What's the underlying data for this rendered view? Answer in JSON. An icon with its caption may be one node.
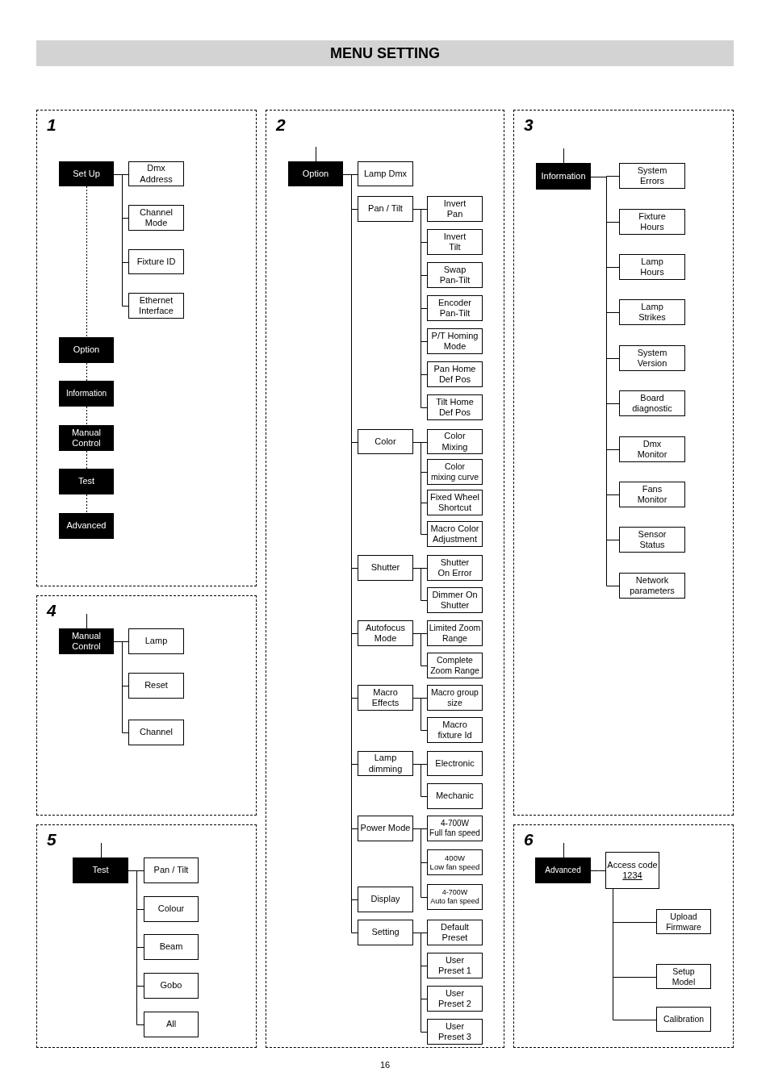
{
  "diagram": {
    "title": "MENU SETTING",
    "nodes": [
      {
        "text": [
          "1"
        ]
      },
      {
        "text": [
          "Set Up"
        ],
        "in": 0
      },
      {
        "text": [
          "Dmx Address"
        ],
        "in": 0
      },
      {
        "text": [
          "Channel Mode"
        ],
        "in": 0
      },
      {
        "text": [
          "Fixture ID"
        ],
        "in": 0
      },
      {
        "text": [
          "Ethernet Interface"
        ],
        "in": 0
      },
      {
        "text": [
          "Option"
        ],
        "in": 0
      },
      {
        "text": [
          "Information"
        ],
        "in": 0
      },
      {
        "text": [
          "Manual Control"
        ],
        "in": 0
      },
      {
        "text": [
          "Test"
        ],
        "in": 0
      },
      {
        "text": [
          "Advanced"
        ],
        "in": 0
      },
      {
        "text": [
          "2"
        ]
      },
      {
        "text": [
          "Option"
        ],
        "in": 11
      },
      {
        "text": [
          "Lamp Dmx"
        ],
        "in": 11
      },
      {
        "text": [
          "Pan / Tilt"
        ],
        "in": 11
      },
      {
        "text": [
          "Invert Pan"
        ],
        "in": 11
      },
      {
        "text": [
          "Invert Tilt"
        ],
        "in": 11
      },
      {
        "text": [
          "Swap Pan-Tilt"
        ],
        "in": 11
      },
      {
        "text": [
          "Encoder Pan-Tilt"
        ],
        "in": 11
      },
      {
        "text": [
          "P/T Homing Mode"
        ],
        "in": 11
      },
      {
        "text": [
          "Pan Home Def Pos"
        ],
        "in": 11
      },
      {
        "text": [
          "Tilt Home Def Pos"
        ],
        "in": 11
      },
      {
        "text": [
          "Color"
        ],
        "in": 11
      },
      {
        "text": [
          "Color Mixing"
        ],
        "in": 11
      },
      {
        "text": [
          "Color mixing curve"
        ],
        "in": 11
      },
      {
        "text": [
          "Fixed Wheel Shortcut"
        ],
        "in": 11
      },
      {
        "text": [
          "Macro Color Adjustment"
        ],
        "in": 11
      },
      {
        "text": [
          "Shutter"
        ],
        "in": 11
      },
      {
        "text": [
          "Shutter On Error"
        ],
        "in": 11
      },
      {
        "text": [
          "Dimmer On Shutter"
        ],
        "in": 11
      },
      {
        "text": [
          "Autofocus Mode"
        ],
        "in": 11
      },
      {
        "text": [
          "Limited Zoom Range"
        ],
        "in": 11
      },
      {
        "text": [
          "Complete Zoom Range"
        ],
        "in": 11
      },
      {
        "text": [
          "Macro Effects"
        ],
        "in": 11
      },
      {
        "text": [
          "Macro group size"
        ],
        "in": 11
      },
      {
        "text": [
          "Macro fixture Id"
        ],
        "in": 11
      },
      {
        "text": [
          "Lamp dimming"
        ],
        "in": 11
      },
      {
        "text": [
          "Electronic"
        ],
        "in": 11
      },
      {
        "text": [
          "Mechanic"
        ],
        "in": 11
      },
      {
        "text": [
          "Power Mode"
        ],
        "in": 11
      },
      {
        "text": [
          "4-700W Full fan speed"
        ],
        "in": 11
      },
      {
        "text": [
          "400W Low fan speed"
        ],
        "in": 11
      },
      {
        "text": [
          "4-700W Auto fan speed"
        ],
        "in": 11
      },
      {
        "text": [
          "Display"
        ],
        "in": 11
      },
      {
        "text": [
          "Setting"
        ],
        "in": 11
      },
      {
        "text": [
          "Default Preset"
        ],
        "in": 11
      },
      {
        "text": [
          "User Preset 1"
        ],
        "in": 11
      },
      {
        "text": [
          "User Preset 2"
        ],
        "in": 11
      },
      {
        "text": [
          "User Preset 3"
        ],
        "in": 11
      },
      {
        "text": [
          "3"
        ]
      },
      {
        "text": [
          "Information"
        ],
        "in": 49
      },
      {
        "text": [
          "System Errors"
        ],
        "in": 49
      },
      {
        "text": [
          "Fixture Hours"
        ],
        "in": 49
      },
      {
        "text": [
          "Lamp Hours"
        ],
        "in": 49
      },
      {
        "text": [
          "Lamp Strikes"
        ],
        "in": 49
      },
      {
        "text": [
          "System Version"
        ],
        "in": 49
      },
      {
        "text": [
          "Board diagnostic"
        ],
        "in": 49
      },
      {
        "text": [
          "Dmx Monitor"
        ],
        "in": 49
      },
      {
        "text": [
          "Fans Monitor"
        ],
        "in": 49
      },
      {
        "text": [
          "Sensor Status"
        ],
        "in": 49
      },
      {
        "text": [
          "Network parameters"
        ],
        "in": 49
      },
      {
        "text": [
          "4"
        ]
      },
      {
        "text": [
          "Manual Control"
        ],
        "in": 61
      },
      {
        "text": [
          "Lamp"
        ],
        "in": 61
      },
      {
        "text": [
          "Reset"
        ],
        "in": 61
      },
      {
        "text": [
          "Channel"
        ],
        "in": 61
      },
      {
        "text": [
          "5"
        ]
      },
      {
        "text": [
          "Test"
        ],
        "in": 66
      },
      {
        "text": [
          "Pan / Tilt"
        ],
        "in": 66
      },
      {
        "text": [
          "Colour"
        ],
        "in": 66
      },
      {
        "text": [
          "Beam"
        ],
        "in": 66
      },
      {
        "text": [
          "Gobo"
        ],
        "in": 66
      },
      {
        "text": [
          "All"
        ],
        "in": 66
      },
      {
        "text": [
          "6"
        ]
      },
      {
        "text": [
          "Advanced"
        ],
        "in": 73
      },
      {
        "text": [
          "Access code",
          "1234"
        ],
        "in": 73
      },
      {
        "text": [
          "Upload Firmware"
        ],
        "in": 73
      },
      {
        "text": [
          "Setup Model"
        ],
        "in": 73
      },
      {
        "text": [
          "Calibration"
        ],
        "in": 73
      }
    ],
    "edges": [
      {
        "from": 1,
        "to": 2,
        "arrow": "none"
      },
      {
        "from": 1,
        "to": 3,
        "arrow": "none"
      },
      {
        "from": 1,
        "to": 4,
        "arrow": "none"
      },
      {
        "from": 1,
        "to": 5,
        "arrow": "none"
      },
      {
        "from": 1,
        "to": 6,
        "arrow": "none",
        "style": "dashed"
      },
      {
        "from": 6,
        "to": 7,
        "arrow": "none",
        "style": "dashed"
      },
      {
        "from": 7,
        "to": 8,
        "arrow": "none",
        "style": "dashed"
      },
      {
        "from": 8,
        "to": 9,
        "arrow": "none",
        "style": "dashed"
      },
      {
        "from": 9,
        "to": 10,
        "arrow": "none",
        "style": "dashed"
      },
      {
        "from": null,
        "to": 12,
        "arrow": "none"
      },
      {
        "from": 12,
        "to": 13,
        "arrow": "none"
      },
      {
        "from": 12,
        "to": 14,
        "arrow": "none"
      },
      {
        "from": 12,
        "to": 22,
        "arrow": "none"
      },
      {
        "from": 12,
        "to": 27,
        "arrow": "none"
      },
      {
        "from": 12,
        "to": 30,
        "arrow": "none"
      },
      {
        "from": 12,
        "to": 33,
        "arrow": "none"
      },
      {
        "from": 12,
        "to": 36,
        "arrow": "none"
      },
      {
        "from": 12,
        "to": 39,
        "arrow": "none"
      },
      {
        "from": 12,
        "to": 43,
        "arrow": "none"
      },
      {
        "from": 12,
        "to": 44,
        "arrow": "none"
      },
      {
        "from": 14,
        "to": 15,
        "arrow": "none"
      },
      {
        "from": 14,
        "to": 16,
        "arrow": "none"
      },
      {
        "from": 14,
        "to": 17,
        "arrow": "none"
      },
      {
        "from": 14,
        "to": 18,
        "arrow": "none"
      },
      {
        "from": 14,
        "to": 19,
        "arrow": "none"
      },
      {
        "from": 14,
        "to": 20,
        "arrow": "none"
      },
      {
        "from": 14,
        "to": 21,
        "arrow": "none"
      },
      {
        "from": 22,
        "to": 23,
        "arrow": "none"
      },
      {
        "from": 22,
        "to": 24,
        "arrow": "none"
      },
      {
        "from": 22,
        "to": 25,
        "arrow": "none"
      },
      {
        "from": 22,
        "to": 26,
        "arrow": "none"
      },
      {
        "from": 27,
        "to": 28,
        "arrow": "none"
      },
      {
        "from": 27,
        "to": 29,
        "arrow": "none"
      },
      {
        "from": 30,
        "to": 31,
        "arrow": "none"
      },
      {
        "from": 30,
        "to": 32,
        "arrow": "none"
      },
      {
        "from": 33,
        "to": 34,
        "arrow": "none"
      },
      {
        "from": 33,
        "to": 35,
        "arrow": "none"
      },
      {
        "from": 36,
        "to": 37,
        "arrow": "none"
      },
      {
        "from": 36,
        "to": 38,
        "arrow": "none"
      },
      {
        "from": 39,
        "to": 40,
        "arrow": "none"
      },
      {
        "from": 39,
        "to": 41,
        "arrow": "none"
      },
      {
        "from": 39,
        "to": 42,
        "arrow": "none"
      },
      {
        "from": 44,
        "to": 45,
        "arrow": "none"
      },
      {
        "from": 44,
        "to": 46,
        "arrow": "none"
      },
      {
        "from": 44,
        "to": 47,
        "arrow": "none"
      },
      {
        "from": 44,
        "to": 48,
        "arrow": "none"
      },
      {
        "from": null,
        "to": 50,
        "arrow": "none"
      },
      {
        "from": 50,
        "to": 51,
        "arrow": "none"
      },
      {
        "from": 50,
        "to": 52,
        "arrow": "none"
      },
      {
        "from": 50,
        "to": 53,
        "arrow": "none"
      },
      {
        "from": 50,
        "to": 54,
        "arrow": "none"
      },
      {
        "from": 50,
        "to": 55,
        "arrow": "none"
      },
      {
        "from": 50,
        "to": 56,
        "arrow": "none"
      },
      {
        "from": 50,
        "to": 57,
        "arrow": "none"
      },
      {
        "from": 50,
        "to": 58,
        "arrow": "none"
      },
      {
        "from": 50,
        "to": 59,
        "arrow": "none"
      },
      {
        "from": 50,
        "to": 60,
        "arrow": "none"
      },
      {
        "from": null,
        "to": 62,
        "arrow": "none"
      },
      {
        "from": 62,
        "to": 63,
        "arrow": "none"
      },
      {
        "from": 62,
        "to": 64,
        "arrow": "none"
      },
      {
        "from": 62,
        "to": 65,
        "arrow": "none"
      },
      {
        "from": null,
        "to": 67,
        "arrow": "none"
      },
      {
        "from": 67,
        "to": 68,
        "arrow": "none"
      },
      {
        "from": 67,
        "to": 69,
        "arrow": "none"
      },
      {
        "from": 67,
        "to": 70,
        "arrow": "none"
      },
      {
        "from": 67,
        "to": 71,
        "arrow": "none"
      },
      {
        "from": 67,
        "to": 72,
        "arrow": "none"
      },
      {
        "from": null,
        "to": 74,
        "arrow": "none"
      },
      {
        "from": 74,
        "to": 75,
        "arrow": "none"
      },
      {
        "from": 75,
        "to": 76,
        "arrow": "none"
      },
      {
        "from": 75,
        "to": 77,
        "arrow": "none"
      },
      {
        "from": 75,
        "to": 78,
        "arrow": "none"
      }
    ],
    "labels": [
      "16"
    ]
  }
}
